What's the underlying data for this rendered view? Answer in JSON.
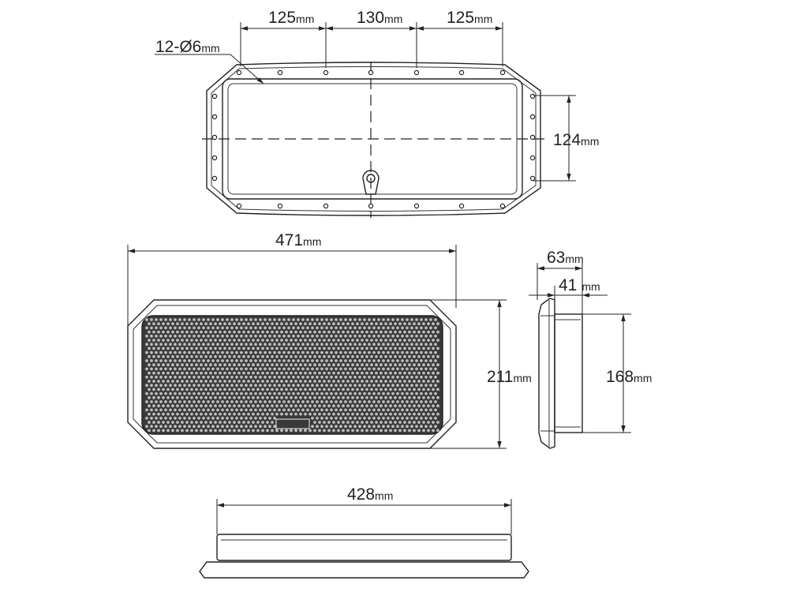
{
  "title": "Speaker grille / hatch dimension drawing",
  "unit": "mm",
  "top_view": {
    "hole_spacing": [
      {
        "value": "125",
        "unit": "mm"
      },
      {
        "value": "130",
        "unit": "mm"
      },
      {
        "value": "125",
        "unit": "mm"
      }
    ],
    "holes": {
      "value": "12-Ø6",
      "unit": "mm"
    },
    "hole_vertical_spacing": {
      "value": "124",
      "unit": "mm"
    }
  },
  "front_view": {
    "width": {
      "value": "471",
      "unit": "mm"
    },
    "height": {
      "value": "211",
      "unit": "mm"
    }
  },
  "side_view": {
    "depth_total": {
      "value": "63",
      "unit": "mm"
    },
    "depth_body": {
      "value": "41",
      "unit": "mm"
    },
    "body_height": {
      "value": "168",
      "unit": "mm"
    }
  },
  "bottom_view": {
    "body_width": {
      "value": "428",
      "unit": "mm"
    }
  },
  "colors": {
    "line": "#222222",
    "grille": "#3a3a3a"
  }
}
